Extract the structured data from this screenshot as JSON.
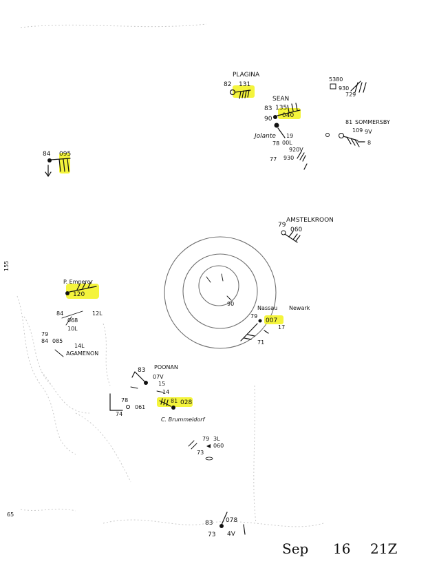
{
  "colors": {
    "highlight": "#f2f21a",
    "ink": "#111111",
    "ring": "#6f6f6f",
    "faint_outline": "#c9c9c9"
  },
  "date_stamp": {
    "day": "Sep",
    "date": "16",
    "time": "21Z"
  },
  "stations": {
    "plagina": {
      "name": "PLAGINA",
      "temp": "82",
      "pressure": "131"
    },
    "sean": {
      "name": "SEAN",
      "temp": "83",
      "dew": "90",
      "pressure_top": "135",
      "pressure": "040"
    },
    "jolante": {
      "name": "Jolante",
      "p1": "19",
      "p2": "00L",
      "p3": "920V",
      "p4": "930",
      "t1": "78",
      "t2": "77"
    },
    "ne_ship": {
      "p1": "5380",
      "p2": "930",
      "p3": "729"
    },
    "sommersby": {
      "name": "SOMMERSBY",
      "temp": "81",
      "pressure": "109",
      "tend": "9V",
      "extra": "8"
    },
    "west_ship": {
      "temp": "84",
      "pressure": "095"
    },
    "amstelkroon": {
      "name": "AMSTELKROON",
      "temp": "79",
      "pressure": "060"
    },
    "pemperor": {
      "name": "P. Emperor",
      "pressure": "120",
      "tend": "12L",
      "temp": "84",
      "p2": "068",
      "tend2": "10L"
    },
    "agamenon": {
      "name": "AGAMENON",
      "temp": "84",
      "pressure": "085",
      "tend": "14L",
      "t2": "79"
    },
    "nassau": {
      "name": "Nassau",
      "name2": "Newark",
      "temp": "79",
      "pressure": "007",
      "tend": "17",
      "other": "71"
    },
    "poonan": {
      "name": "POONAN",
      "temp": "83",
      "pressure": "07V",
      "tend": "15"
    },
    "cstraubridge": {
      "name": "C. Brummeldorf",
      "temp": "81",
      "pressure": "028",
      "t2": "78",
      "p2": "061",
      "t3": "74",
      "tend": "14"
    },
    "south1": {
      "temp": "79",
      "pressure": "060",
      "t2": "73",
      "tend": "3L"
    },
    "south2": {
      "temp": "83",
      "pressure": "078",
      "t2": "73",
      "tend": "4V"
    }
  },
  "storm_center": {
    "label": "90"
  },
  "margin_marks": {
    "left1": "155",
    "left2": "65"
  }
}
